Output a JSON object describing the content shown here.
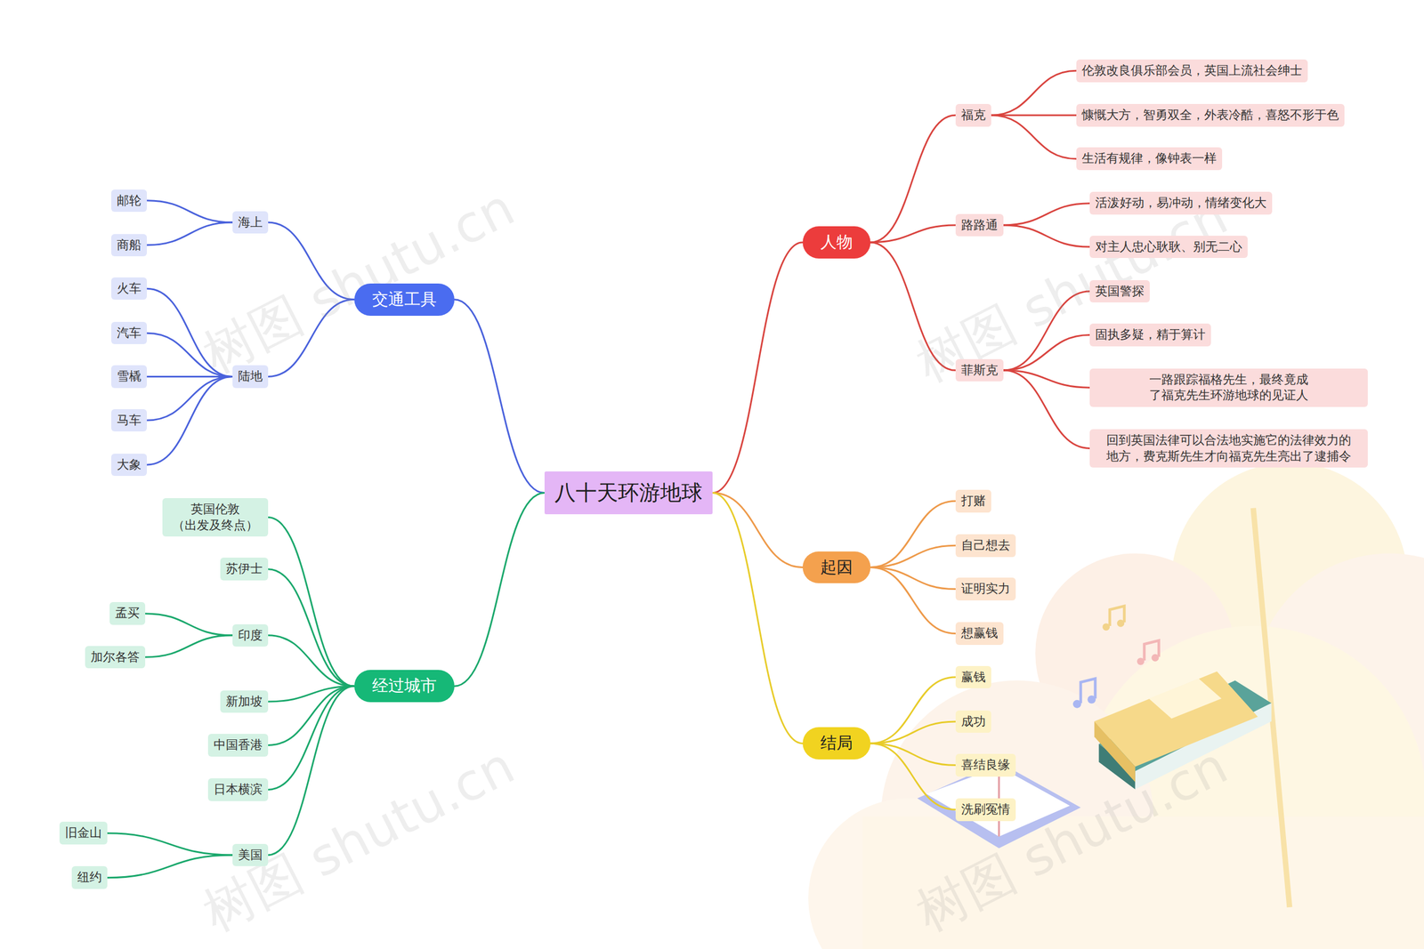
{
  "diagram": {
    "nodes": [
      {
        "text": [
          "八十天环游地球"
        ]
      },
      {
        "text": [
          "交通工具"
        ]
      },
      {
        "text": [
          "海上"
        ]
      },
      {
        "text": [
          "邮轮"
        ]
      },
      {
        "text": [
          "商船"
        ]
      },
      {
        "text": [
          "陆地"
        ]
      },
      {
        "text": [
          "火车"
        ]
      },
      {
        "text": [
          "汽车"
        ]
      },
      {
        "text": [
          "雪橇"
        ]
      },
      {
        "text": [
          "马车"
        ]
      },
      {
        "text": [
          "大象"
        ]
      },
      {
        "text": [
          "经过城市"
        ]
      },
      {
        "text": [
          "英国伦敦 （出发及终点）"
        ]
      },
      {
        "text": [
          "苏伊士"
        ]
      },
      {
        "text": [
          "印度"
        ]
      },
      {
        "text": [
          "孟买"
        ]
      },
      {
        "text": [
          "加尔各答"
        ]
      },
      {
        "text": [
          "新加坡"
        ]
      },
      {
        "text": [
          "中国香港"
        ]
      },
      {
        "text": [
          "日本横滨"
        ]
      },
      {
        "text": [
          "美国"
        ]
      },
      {
        "text": [
          "旧金山"
        ]
      },
      {
        "text": [
          "纽约"
        ]
      },
      {
        "text": [
          "人物"
        ]
      },
      {
        "text": [
          "福克"
        ]
      },
      {
        "text": [
          "伦敦改良俱乐部会员，英国上流社会绅士"
        ]
      },
      {
        "text": [
          "慷慨大方，智勇双全，外表冷酷，喜怒不形于色"
        ]
      },
      {
        "text": [
          "生活有规律，像钟表一样"
        ]
      },
      {
        "text": [
          "路路通"
        ]
      },
      {
        "text": [
          "活泼好动，易冲动，情绪变化大"
        ]
      },
      {
        "text": [
          "对主人忠心耿耿、别无二心"
        ]
      },
      {
        "text": [
          "菲斯克"
        ]
      },
      {
        "text": [
          "英国警探"
        ]
      },
      {
        "text": [
          "固执多疑，精于算计"
        ]
      },
      {
        "text": [
          "一路跟踪福格先生，最终竟成 了福克先生环游地球的见证人"
        ]
      },
      {
        "text": [
          "回到英国法律可以合法地实施它的法律效力的 地方，费克斯先生才向福克先生亮出了逮捕令"
        ]
      },
      {
        "text": [
          "起因"
        ]
      },
      {
        "text": [
          "打赌"
        ]
      },
      {
        "text": [
          "自己想去"
        ]
      },
      {
        "text": [
          "证明实力"
        ]
      },
      {
        "text": [
          "想赢钱"
        ]
      },
      {
        "text": [
          "结局"
        ]
      },
      {
        "text": [
          "赢钱"
        ]
      },
      {
        "text": [
          "成功"
        ]
      },
      {
        "text": [
          "喜结良缘"
        ]
      },
      {
        "text": [
          "洗刷冤情"
        ]
      }
    ],
    "edges": [
      {
        "from": 0,
        "to": 1,
        "arrow": "none"
      },
      {
        "from": 1,
        "to": 2,
        "arrow": "none"
      },
      {
        "from": 2,
        "to": 3,
        "arrow": "none"
      },
      {
        "from": 2,
        "to": 4,
        "arrow": "none"
      },
      {
        "from": 1,
        "to": 5,
        "arrow": "none"
      },
      {
        "from": 5,
        "to": 6,
        "arrow": "none"
      },
      {
        "from": 5,
        "to": 7,
        "arrow": "none"
      },
      {
        "from": 5,
        "to": 8,
        "arrow": "none"
      },
      {
        "from": 5,
        "to": 9,
        "arrow": "none"
      },
      {
        "from": 5,
        "to": 10,
        "arrow": "none"
      },
      {
        "from": 0,
        "to": 11,
        "arrow": "none"
      },
      {
        "from": 11,
        "to": 12,
        "arrow": "none"
      },
      {
        "from": 11,
        "to": 13,
        "arrow": "none"
      },
      {
        "from": 11,
        "to": 14,
        "arrow": "none"
      },
      {
        "from": 14,
        "to": 15,
        "arrow": "none"
      },
      {
        "from": 14,
        "to": 16,
        "arrow": "none"
      },
      {
        "from": 11,
        "to": 17,
        "arrow": "none"
      },
      {
        "from": 11,
        "to": 18,
        "arrow": "none"
      },
      {
        "from": 11,
        "to": 19,
        "arrow": "none"
      },
      {
        "from": 11,
        "to": 20,
        "arrow": "none"
      },
      {
        "from": 20,
        "to": 21,
        "arrow": "none"
      },
      {
        "from": 20,
        "to": 22,
        "arrow": "none"
      },
      {
        "from": 0,
        "to": 23,
        "arrow": "none"
      },
      {
        "from": 23,
        "to": 24,
        "arrow": "none"
      },
      {
        "from": 24,
        "to": 25,
        "arrow": "none"
      },
      {
        "from": 24,
        "to": 26,
        "arrow": "none"
      },
      {
        "from": 24,
        "to": 27,
        "arrow": "none"
      },
      {
        "from": 23,
        "to": 28,
        "arrow": "none"
      },
      {
        "from": 28,
        "to": 29,
        "arrow": "none"
      },
      {
        "from": 28,
        "to": 30,
        "arrow": "none"
      },
      {
        "from": 23,
        "to": 31,
        "arrow": "none"
      },
      {
        "from": 31,
        "to": 32,
        "arrow": "none"
      },
      {
        "from": 31,
        "to": 33,
        "arrow": "none"
      },
      {
        "from": 31,
        "to": 34,
        "arrow": "none"
      },
      {
        "from": 31,
        "to": 35,
        "arrow": "none"
      },
      {
        "from": 0,
        "to": 36,
        "arrow": "none"
      },
      {
        "from": 36,
        "to": 37,
        "arrow": "none"
      },
      {
        "from": 36,
        "to": 38,
        "arrow": "none"
      },
      {
        "from": 36,
        "to": 39,
        "arrow": "none"
      },
      {
        "from": 36,
        "to": 40,
        "arrow": "none"
      },
      {
        "from": 0,
        "to": 41,
        "arrow": "none"
      },
      {
        "from": 41,
        "to": 42,
        "arrow": "none"
      },
      {
        "from": 41,
        "to": 43,
        "arrow": "none"
      },
      {
        "from": 41,
        "to": 44,
        "arrow": "none"
      },
      {
        "from": 41,
        "to": 45,
        "arrow": "none"
      }
    ],
    "labels": [
      "树图 shutu.cn",
      "树图 shutu.cn",
      "树图 shutu.cn",
      "树图 shutu.cn"
    ]
  }
}
